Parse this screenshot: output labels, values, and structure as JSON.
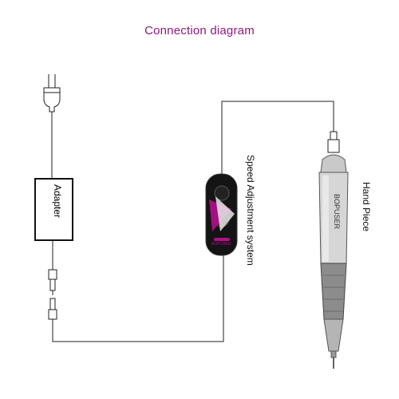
{
  "title": "Connection diagram",
  "labels": {
    "adapter": "Adapter",
    "speed_system": "Speed Adjustment system",
    "hand_piece": "Hand Piece"
  },
  "logo_text": "BOPUSER",
  "colors": {
    "title": "#8e1a7c",
    "line": "#222222",
    "controller_body": "#141414",
    "accent": "#b0108a"
  }
}
